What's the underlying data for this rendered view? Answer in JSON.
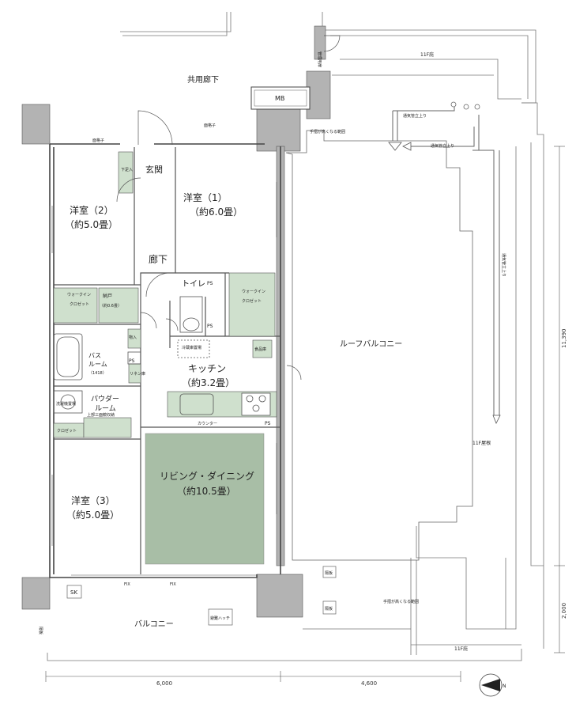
{
  "colors": {
    "living": "#a8bea6",
    "closet": "#cfe0cd",
    "wall": "#b3b3b3",
    "line": "#444444",
    "thin": "#777777"
  },
  "labels": {
    "common_corridor": "共用廊下",
    "mb": "MB",
    "floor_11f_top": "11F庇",
    "floor_11f_bottom": "11F庇",
    "roof_11f": "11F屋根",
    "entrance": "玄関",
    "shoe_cabinet": "下足入",
    "lattice_1": "面格子",
    "lattice_2": "面格子",
    "room1_name": "洋室（1）",
    "room1_size": "（約6.0畳）",
    "room2_name": "洋室（2）",
    "room2_size": "（約5.0畳）",
    "room3_name": "洋室（3）",
    "room3_size": "（約5.0畳）",
    "hallway": "廊下",
    "wic_left": "ウォークイン",
    "wic_left_2": "クロゼット",
    "storage_name": "納戸",
    "storage_size": "（約0.6畳）",
    "toilet": "トイレ",
    "wic_right_1": "ウォークイン",
    "wic_right_2": "クロゼット",
    "ps": "PS",
    "storage_box": "物入",
    "bath_1": "バス",
    "bath_2": "ルーム",
    "bath_3": "（1418）",
    "powder_1": "パウダー",
    "powder_2": "ルーム",
    "washer": "洗濯機置場",
    "upper_shelf": "上部三面鏡収納",
    "closet_small": "クロゼット",
    "linen": "リネン庫",
    "fridge": "冷蔵庫置場",
    "pantry": "食品庫",
    "kitchen_name": "キッチン",
    "kitchen_size": "（約3.2畳）",
    "counter": "カウンター",
    "living_name": "リビング・ダイニング",
    "living_size": "（約10.5畳）",
    "roof_balcony": "ルーフバルコニー",
    "balcony": "バルコニー",
    "sk": "SK",
    "fix": "FIX",
    "evac_hatch": "避難ハッチ",
    "partition_1": "隔板",
    "partition_2": "隔板",
    "vent_1": "通気管立上り",
    "vent_2": "通気管立上り",
    "vent_3": "通気管立上り",
    "handrail_1": "手摺が高くなる範囲",
    "handrail_2": "手摺が高くなる範囲",
    "mgmt": "管理用扉",
    "fence": "隔板",
    "dim_width_1": "6,000",
    "dim_width_2": "4,600",
    "dim_height_1": "11,390",
    "dim_height_2": "2,000",
    "north": "N"
  }
}
